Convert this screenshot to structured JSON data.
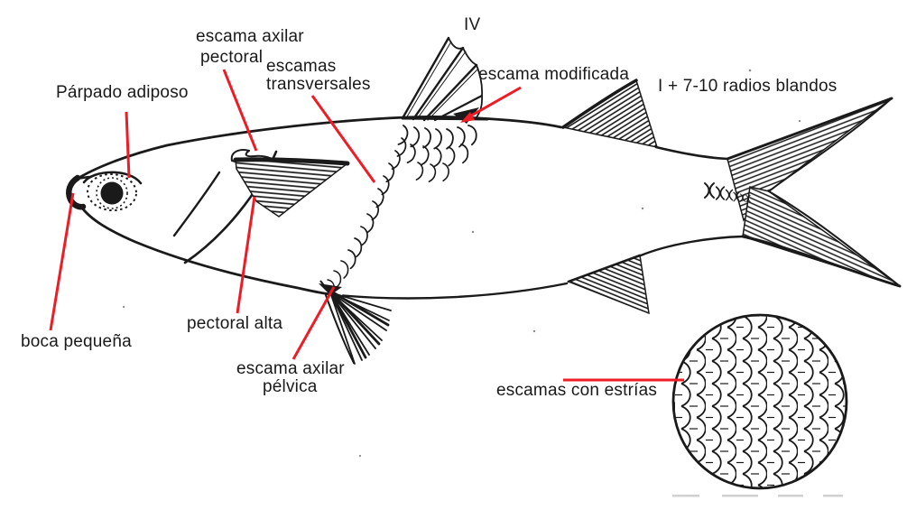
{
  "figure": {
    "background_color": "#ffffff",
    "ink_color": "#1a1a1a",
    "annotation_color": "#ee1c25",
    "subject": "fish anatomy diagram with magnified scale inset"
  },
  "annotations": {
    "dorsal_spines": {
      "text": "IV"
    },
    "parpado_adiposo": {
      "text": "Párpado adiposo"
    },
    "escama_axilar_pectoral": {
      "line1": "escama axilar",
      "line2": "pectoral"
    },
    "escamas_transversales": {
      "line1": "escamas",
      "line2": "transversales"
    },
    "escama_modificada": {
      "text": "escama modificada"
    },
    "radios_blandos": {
      "text": "I + 7-10 radios blandos"
    },
    "boca_pequena": {
      "text": "boca pequeña"
    },
    "pectoral_alta": {
      "text": "pectoral alta"
    },
    "escama_axilar_pelvica": {
      "line1": "escama axilar",
      "line2": "pélvica"
    },
    "escamas_con_estrias": {
      "text": "escamas con estrías"
    }
  }
}
